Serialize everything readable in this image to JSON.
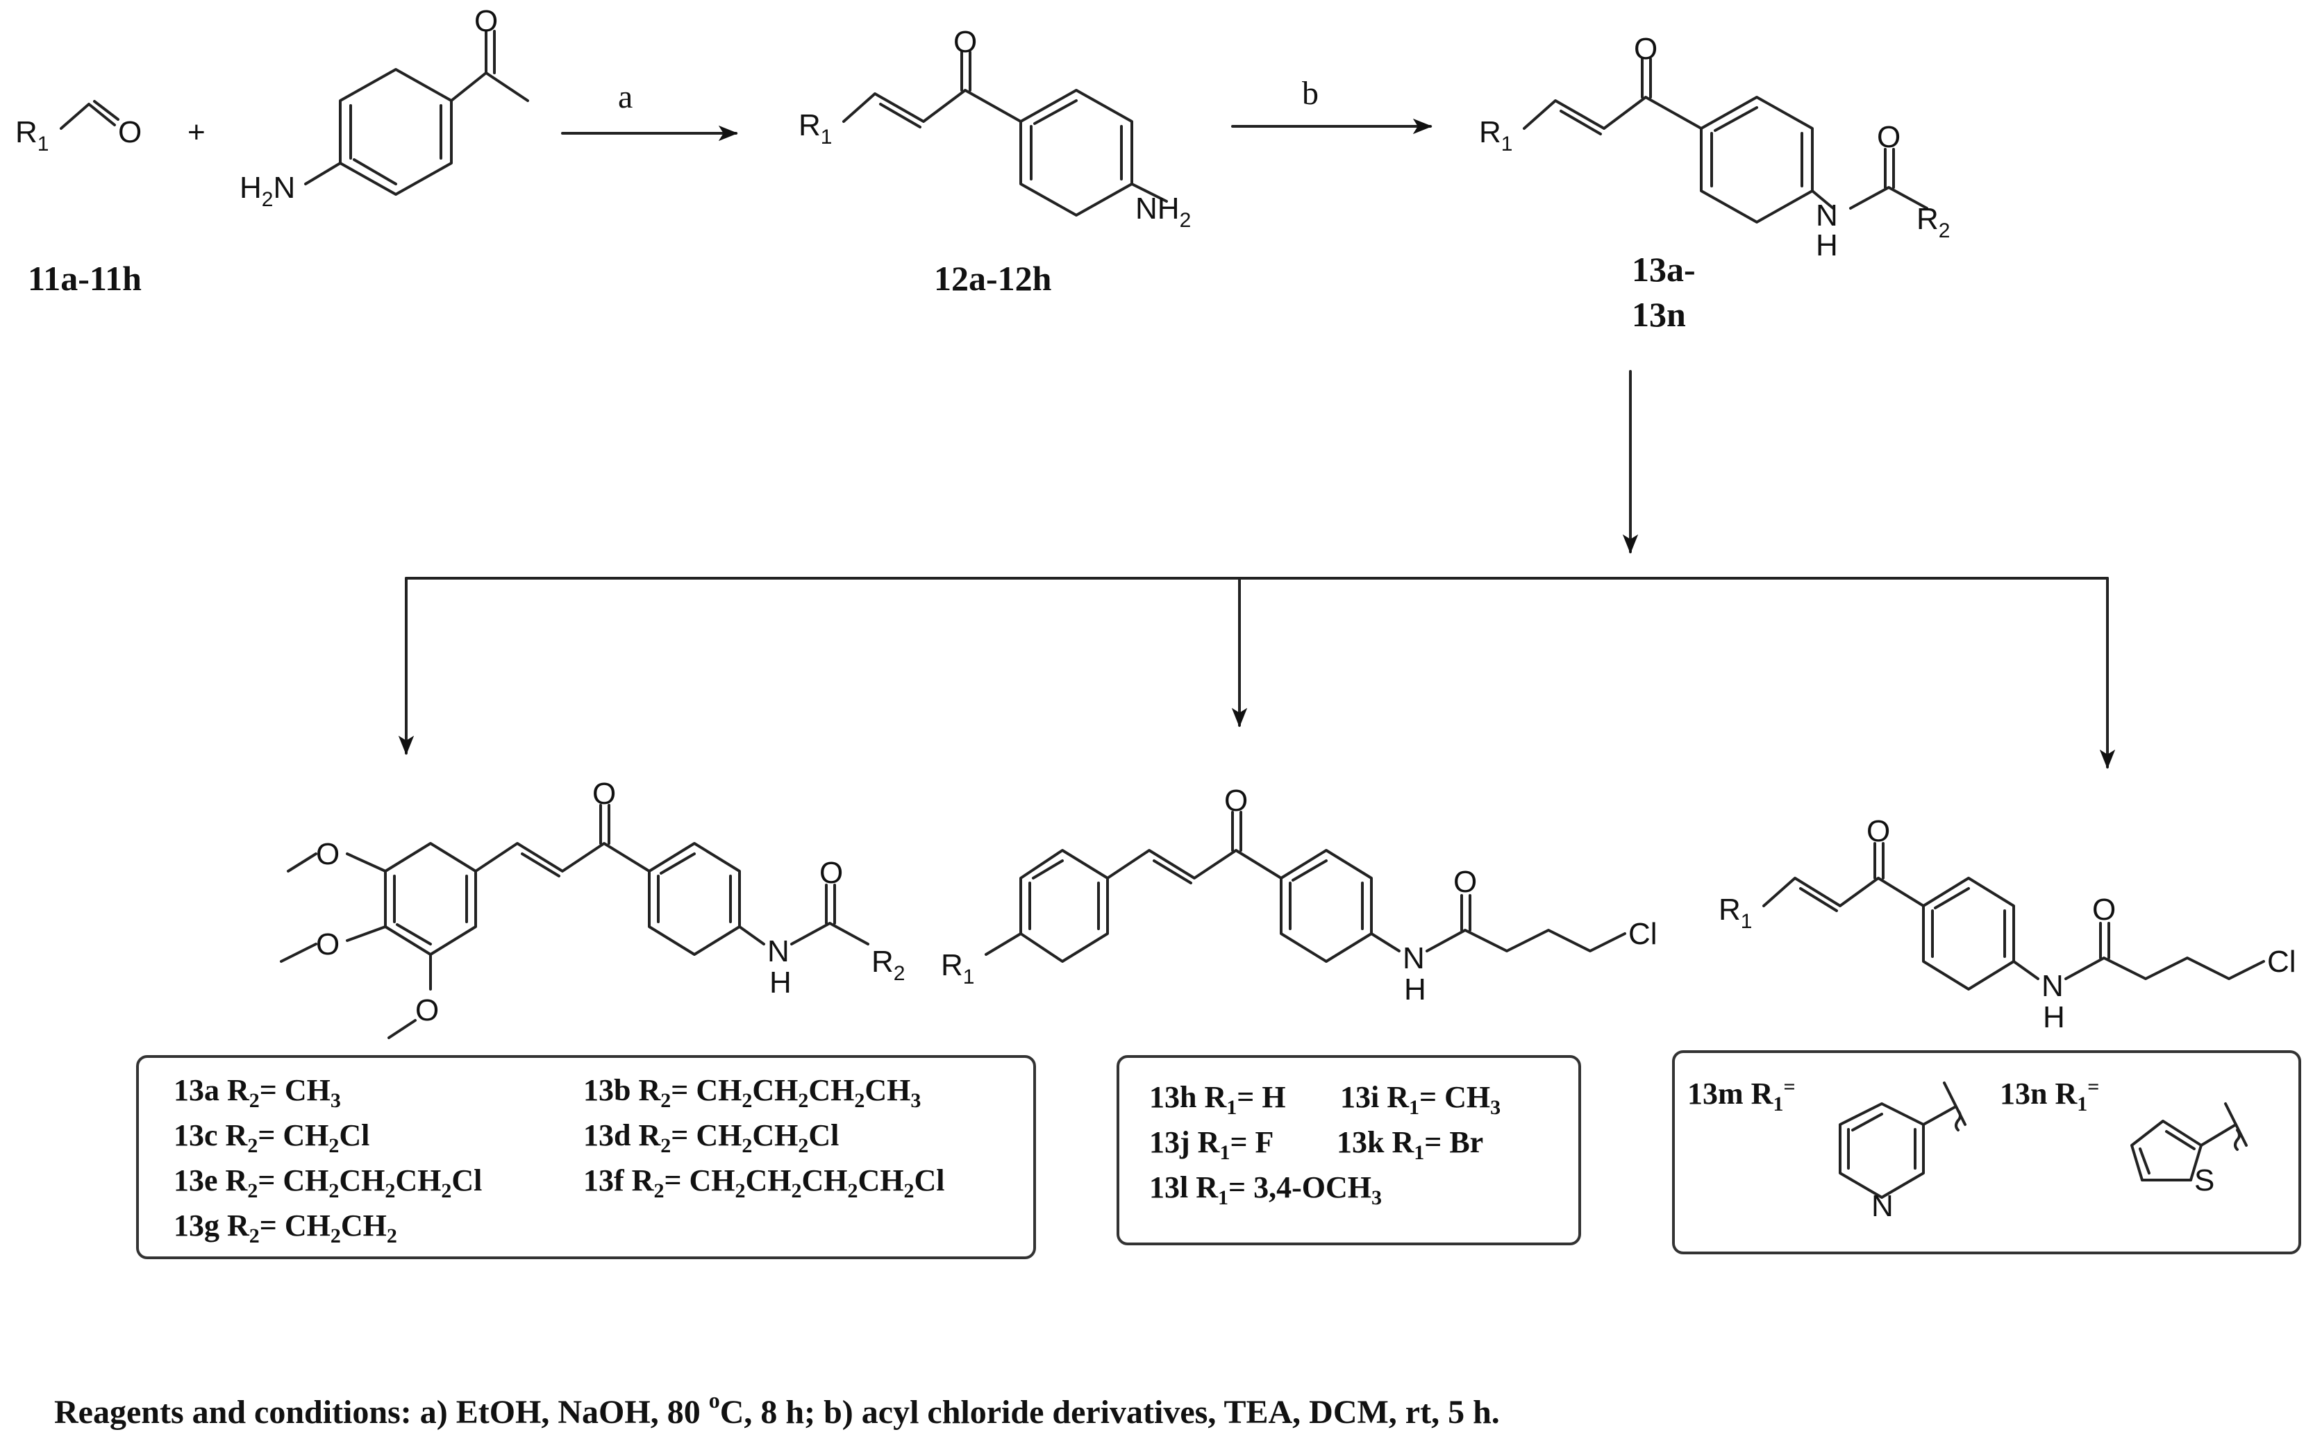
{
  "reaction_conditions_letters": {
    "a": "a",
    "b": "b"
  },
  "compounds": {
    "c11": "11a-11h",
    "c12": "12a-12h",
    "c13_line1": "13a-",
    "c13_line2": "13n"
  },
  "atoms": {
    "R1": "R",
    "R1_sub": "1",
    "R2": "R",
    "R2_sub": "2",
    "O": "O",
    "plus": "+",
    "H2N": "H",
    "H2N_sub": "2",
    "H2N_N": "N",
    "NH2_N": "NH",
    "NH2_sub": "2",
    "N": "N",
    "H": "H",
    "Cl": "Cl",
    "S": "S"
  },
  "box1": {
    "r13a": {
      "id": "13a",
      "pre": "R",
      "sub": "2",
      "val": "= CH",
      "tail": "3"
    },
    "r13b": {
      "id": "13b",
      "pre": "R",
      "sub": "2",
      "val": "= CH",
      "parts": [
        "2",
        "CH",
        "2",
        "CH",
        "2",
        "CH",
        "3"
      ]
    },
    "r13c": {
      "id": "13c",
      "pre": "R",
      "sub": "2",
      "val": "= CH",
      "mid": "2",
      "tail": "Cl"
    },
    "r13d": {
      "id": "13d",
      "pre": "R",
      "sub": "2",
      "val": "= CH",
      "parts": [
        "2",
        "CH",
        "2",
        "Cl"
      ]
    },
    "r13e": {
      "id": "13e",
      "pre": "R",
      "sub": "2",
      "val": "= CH",
      "parts": [
        "2",
        "CH",
        "2",
        "CH",
        "2",
        "Cl"
      ]
    },
    "r13f": {
      "id": "13f",
      "pre": "R",
      "sub": "2",
      "val": "= CH",
      "parts": [
        "2",
        "CH",
        "2",
        "CH",
        "2",
        "CH",
        "2",
        "Cl"
      ]
    },
    "r13g": {
      "id": "13g",
      "pre": "R",
      "sub": "2",
      "val": "= CH",
      "parts": [
        "2",
        "CH",
        "2"
      ]
    }
  },
  "box2": {
    "r13h": {
      "id": "13h",
      "pre": "R",
      "sub": "1",
      "val": "= H"
    },
    "r13i": {
      "id": "13i",
      "pre": "R",
      "sub": "1",
      "val": "= CH",
      "tail": "3"
    },
    "r13j": {
      "id": "13j",
      "pre": "R",
      "sub": "1",
      "val": "= F"
    },
    "r13k": {
      "id": "13k",
      "pre": "R",
      "sub": "1",
      "val": "= Br"
    },
    "r13l": {
      "id": "13l",
      "pre": "R",
      "sub": "1",
      "val": "= 3,4-OCH",
      "tail": "3"
    }
  },
  "box3": {
    "r13m": {
      "id": "13m",
      "pre": "R",
      "sub": "1",
      "val": "="
    },
    "r13n": {
      "id": "13n",
      "pre": "R",
      "sub": "1",
      "val": "="
    }
  },
  "conditions": {
    "part1": "Reagents and conditions: a) EtOH, NaOH, 80 ",
    "sup": "o",
    "part2": "C, 8 h; b) acyl chloride derivatives, TEA, DCM, rt, 5 h."
  }
}
